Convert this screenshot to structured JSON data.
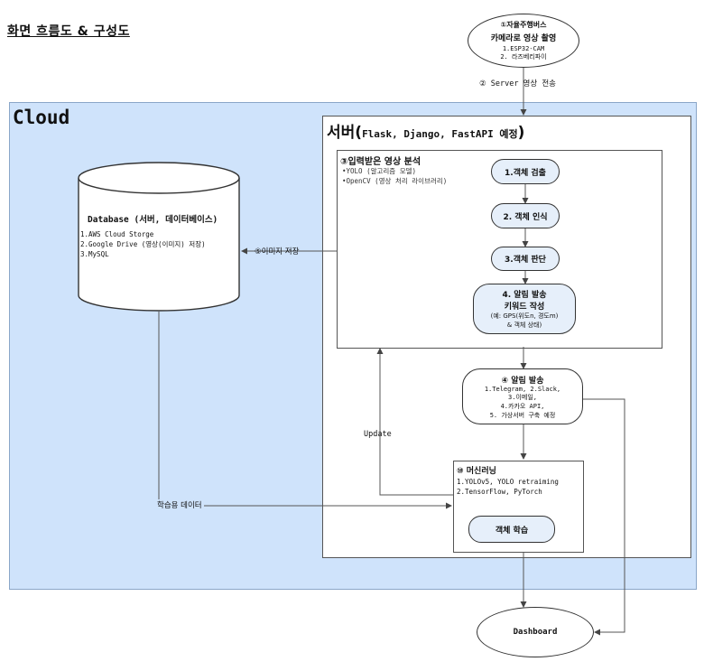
{
  "title": "화면 흐름도 & 구성도",
  "cloud": {
    "label": "Cloud"
  },
  "bus": {
    "title": "①자율주행버스",
    "subtitle": "카메라로 영상 촬영",
    "items": [
      "1.ESP32-CAM",
      "2. 라즈베리파이"
    ]
  },
  "edges": {
    "server_send": "② Server 영상 전송",
    "image_save": "⑤이미지 저장",
    "update": "Update",
    "training_data": "학습용 데이터"
  },
  "server": {
    "title_main": "서버(",
    "title_detail": "Flask, Django, FastAPI 예정",
    "title_close": ")"
  },
  "analysis": {
    "title": "③입력받은 영상 분석",
    "bullets": [
      "•YOLO (알고리즘 모델)",
      "•OpenCV (영상 처리 라이브러리)"
    ],
    "steps": [
      "1.객체 검출",
      "2. 객체 인식",
      "3.객체 판단"
    ],
    "alert_keyword": {
      "line1": "4. 알림 발송",
      "line2": "키워드 작성",
      "line3": "(예: GPS(위도n, 경도m)",
      "line4": "& 객체 상태)"
    }
  },
  "database": {
    "title": "Database (서버, 데이터베이스)",
    "items": [
      "1.AWS Cloud Storge",
      "2.Google Drive (영상(이미지) 저장)",
      "3.MySQL"
    ]
  },
  "alert": {
    "title": "④ 알림 발송",
    "lines": [
      "1.Telegram, 2.Slack,",
      "3.이메일,",
      "4.카카오 API,",
      "5. 가상서버 구축 예정"
    ]
  },
  "ml": {
    "title": "⑩ 머신러닝",
    "items": [
      "1.YOLOv5, YOLO retraiming",
      "2.TensorFlow, PyTorch"
    ],
    "button": "객체 학습"
  },
  "dashboard": {
    "label": "Dashboard"
  }
}
